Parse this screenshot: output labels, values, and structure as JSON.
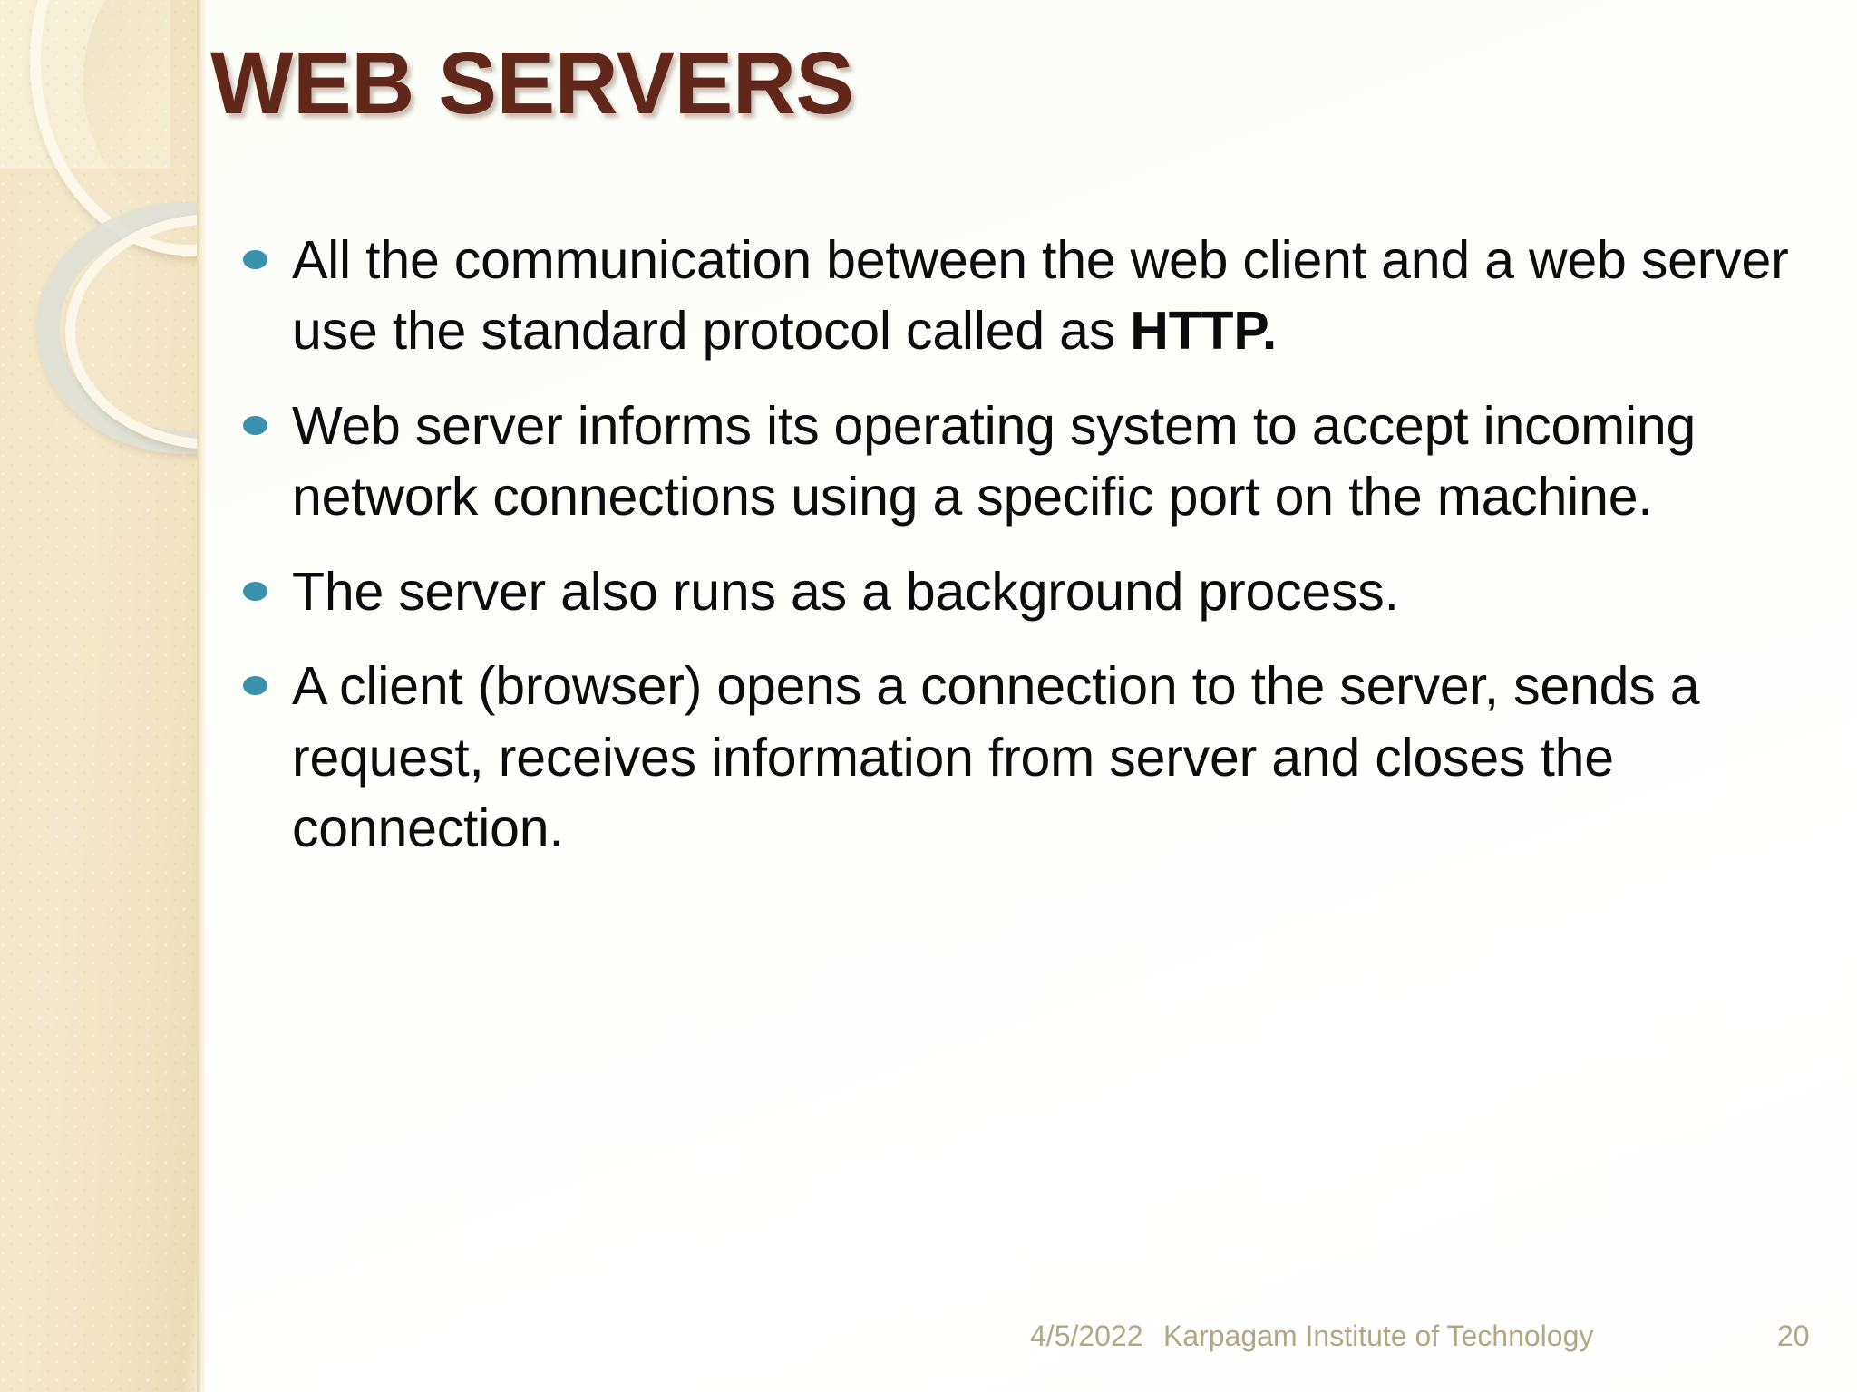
{
  "slide": {
    "title": "WEB SERVERS",
    "title_color": "#61271a",
    "bullet_color": "#3a91ab",
    "body_text_color": "#0c0c0c",
    "footer_color": "#b3a783",
    "sidebar_color": "#f0e3c1",
    "background_color": "#fdfdfa",
    "bullets": [
      {
        "text_before_bold": "All the communication between the web client and a web server use the standard protocol called as ",
        "bold": "HTTP.",
        "text_after_bold": ""
      },
      {
        "text_before_bold": "Web server informs its operating system to accept incoming network connections using a specific port on the machine.",
        "bold": "",
        "text_after_bold": ""
      },
      {
        "text_before_bold": "The server also runs as a background process.",
        "bold": "",
        "text_after_bold": ""
      },
      {
        "text_before_bold": "A client (browser) opens a connection to the server, sends a request, receives information from server and closes the connection.",
        "bold": "",
        "text_after_bold": ""
      }
    ],
    "footer": {
      "date": "4/5/2022",
      "organization": "Karpagam Institute of Technology",
      "page_number": "20"
    }
  }
}
